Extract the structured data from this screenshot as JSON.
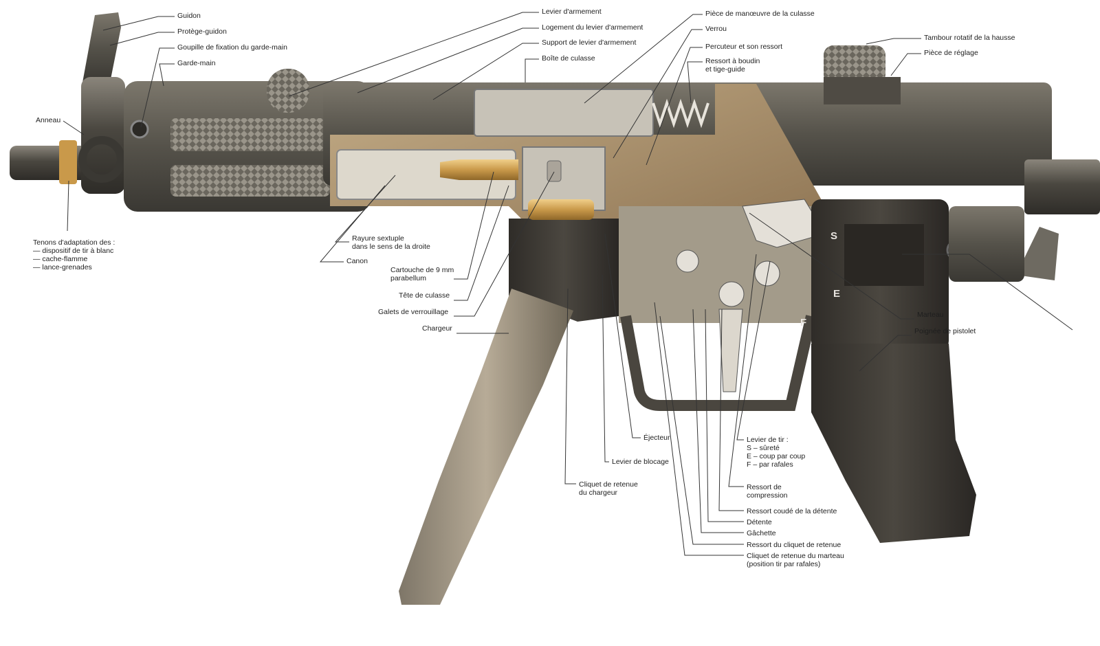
{
  "labels": {
    "guidon": "Guidon",
    "protege_guidon": "Protège-guidon",
    "goupille": "Goupille de fixation du garde-main",
    "garde_main": "Garde-main",
    "anneau": "Anneau",
    "tenons": [
      "Tenons d'adaptation des :",
      "— dispositif de tir à blanc",
      "— cache-flamme",
      "— lance-grenades"
    ],
    "levier_armement": "Levier d'armement",
    "logement_levier": "Logement du levier d'armement",
    "support_levier": "Support de levier d'armement",
    "boite_culasse": "Boîte de culasse",
    "piece_manoeuvre": "Pièce de manœuvre de la culasse",
    "verrou": "Verrou",
    "percuteur": "Percuteur et son ressort",
    "ressort_boudin": [
      "Ressort à boudin",
      "et tige-guide"
    ],
    "tambour": "Tambour rotatif de la hausse",
    "piece_reglage": "Pièce de réglage",
    "rayure": [
      "Rayure sextuple",
      "dans le sens de la droite"
    ],
    "canon": "Canon",
    "cartouche": [
      "Cartouche de 9 mm",
      "parabellum"
    ],
    "tete_culasse": "Tête de culasse",
    "galets": "Galets de verrouillage",
    "chargeur": "Chargeur",
    "marteau": "Marteau",
    "poignee": "Poignée de pistolet",
    "ejecteur": "Éjecteur",
    "levier_blocage": "Levier de blocage",
    "cliquet_chargeur": [
      "Cliquet de retenue",
      "du chargeur"
    ],
    "levier_tir": [
      "Levier de tir :",
      "S  –  sûreté",
      "E  –  coup par coup",
      "F  –  par rafales"
    ],
    "ressort_compression": [
      "Ressort de",
      "compression"
    ],
    "ressort_coude": "Ressort coudé de la détente",
    "detente": "Détente",
    "gachette": "Gâchette",
    "ressort_cliquet": "Ressort du cliquet de retenue",
    "cliquet_marteau": [
      "Cliquet de retenue du marteau",
      "(position tir par rafales)"
    ]
  },
  "selector_marks": {
    "s": "S",
    "e": "E",
    "f": "F"
  },
  "colors": {
    "metal_dark": "#3d3b36",
    "metal_mid": "#6e6a61",
    "metal_light": "#b9b4aa",
    "brass": "#c9994a",
    "cutaway_tan": "#a58a62",
    "leader_line": "#333333"
  }
}
